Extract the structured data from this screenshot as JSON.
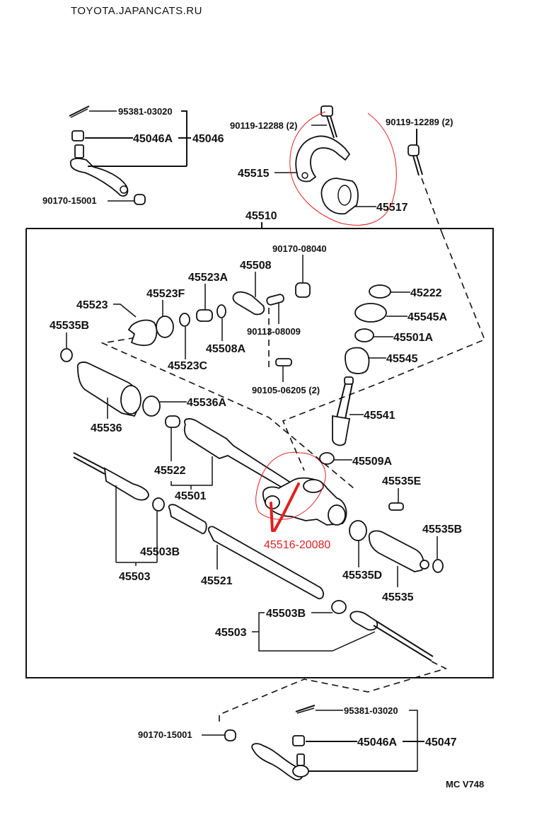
{
  "header": {
    "site": "TOYOTA.JAPANCATS.RU"
  },
  "footer": {
    "code": "MC V748"
  },
  "assembly": {
    "label": "45510"
  },
  "highlight": {
    "color": "#e02020",
    "label": "45516-20080"
  },
  "labels": {
    "p95381_03020_top": "95381-03020",
    "p45046A_top": "45046A",
    "p45046": "45046",
    "p90170_15001_top": "90170-15001",
    "p90119_12288": "90119-12288 (2)",
    "p90119_12289": "90119-12289 (2)",
    "p45515": "45515",
    "p45517": "45517",
    "p90170_08040": "90170-08040",
    "p45508": "45508",
    "p45523A": "45523A",
    "p45523F": "45523F",
    "p45523": "45523",
    "p45535B_left": "45535B",
    "p90113_08009": "90113-08009",
    "p45508A": "45508A",
    "p45523C": "45523C",
    "p90105_06205": "90105-06205 (2)",
    "p45222": "45222",
    "p45545A": "45545A",
    "p45501A": "45501A",
    "p45545": "45545",
    "p45541": "45541",
    "p45536A": "45536A",
    "p45536": "45536",
    "p45522": "45522",
    "p45501": "45501",
    "p45509A": "45509A",
    "p45535E": "45535E",
    "p45535B_right": "45535B",
    "p45503B_left": "45503B",
    "p45503_left": "45503",
    "p45521": "45521",
    "p45535D": "45535D",
    "p45535": "45535",
    "p45503B_right": "45503B",
    "p45503_right": "45503",
    "p95381_03020_bottom": "95381-03020",
    "p90170_15001_bottom": "90170-15001",
    "p45046A_bottom": "45046A",
    "p45047": "45047"
  }
}
